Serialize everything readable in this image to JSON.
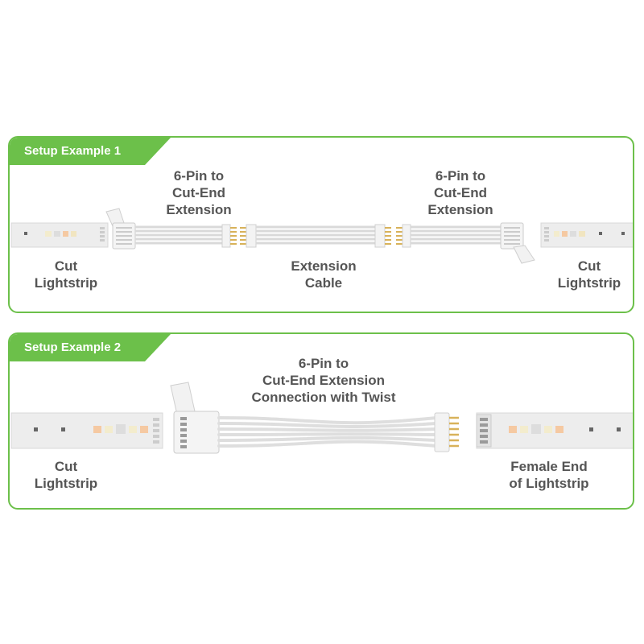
{
  "setup1": {
    "tab": "Setup Example 1",
    "labels": {
      "left_ext": "6-Pin to\nCut-End\nExtension",
      "right_ext": "6-Pin to\nCut-End\nExtension",
      "left_strip": "Cut\nLightstrip",
      "cable": "Extension\nCable",
      "right_strip": "Cut\nLightstrip"
    }
  },
  "setup2": {
    "tab": "Setup Example 2",
    "labels": {
      "twist": "6-Pin to\nCut-End Extension\nConnection with Twist",
      "left_strip": "Cut\nLightstrip",
      "right_strip": "Female End\nof Lightstrip"
    }
  },
  "colors": {
    "accent": "#6cc04a",
    "label": "#555555",
    "strip": "#eeeeee"
  }
}
